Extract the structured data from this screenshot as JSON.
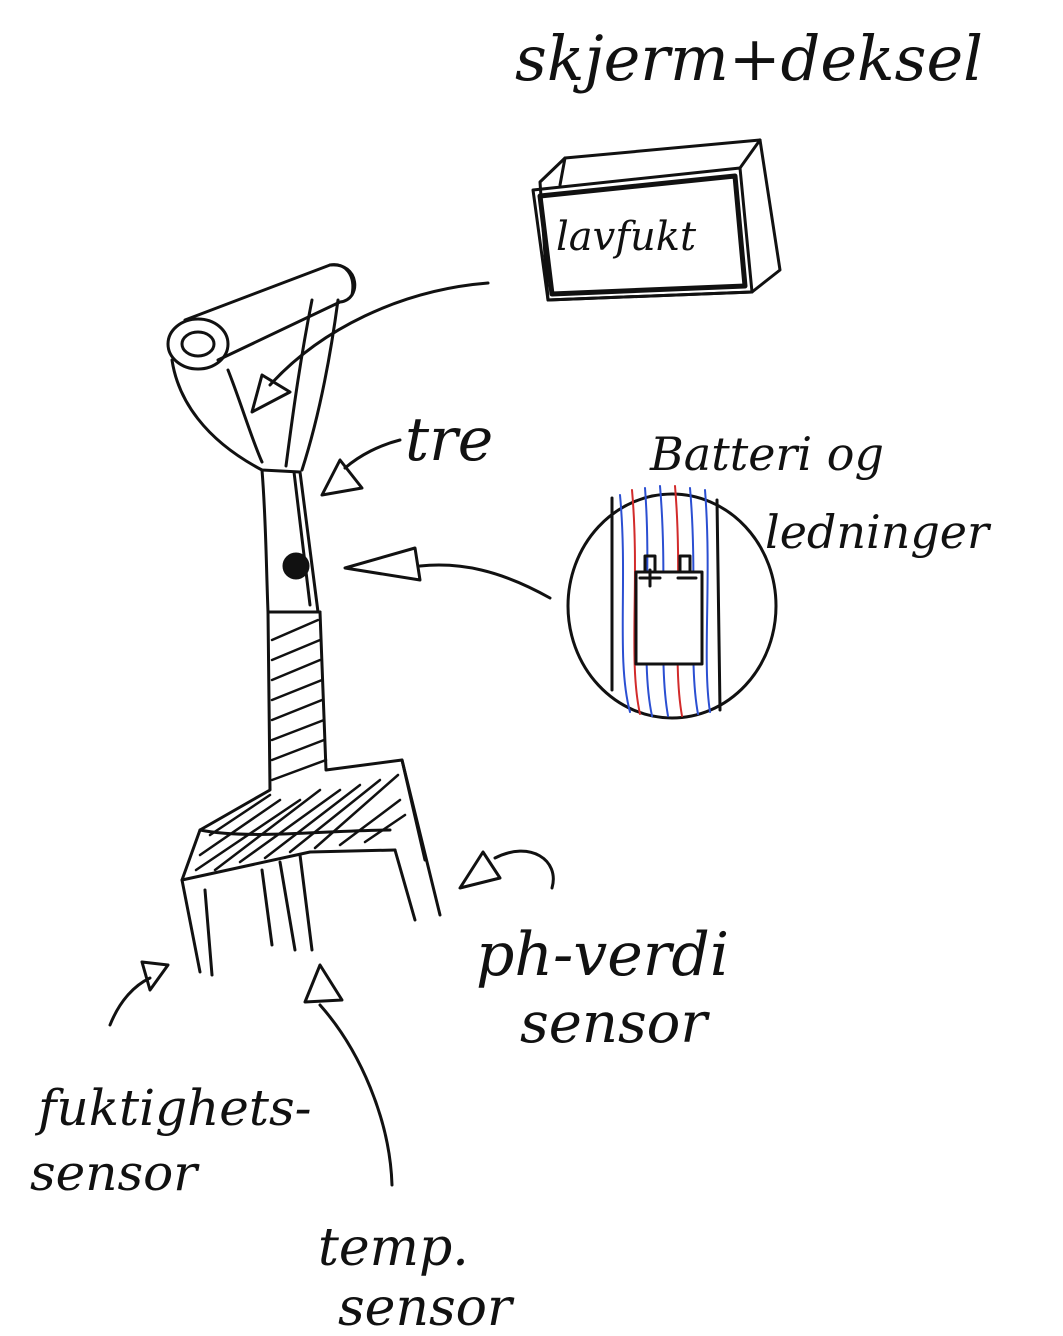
{
  "labels": {
    "screen_cover": "skjerm+deksel",
    "screen_text": "lavfukt",
    "wood": "tre",
    "battery_line1": "Batteri og",
    "battery_line2": "ledninger",
    "ph_line1": "ph-verdi",
    "ph_line2": "sensor",
    "moisture_line1": "fuktighets-",
    "moisture_line2": "sensor",
    "temp_line1": "temp.",
    "temp_line2": "sensor"
  },
  "colors": {
    "ink": "#111111",
    "wire_red": "#d22b2b",
    "wire_blue": "#2b4fd2",
    "background": "#ffffff"
  }
}
